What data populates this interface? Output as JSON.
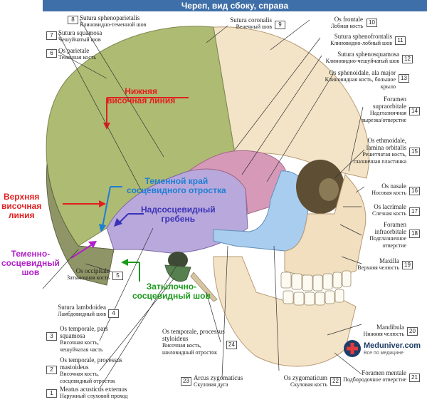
{
  "title": "Череп, вид сбоку, справа",
  "labels_left": [
    {
      "num": "8",
      "lat": "Sutura sphenoparietalis",
      "ru": "Клиновидно-теменной шов"
    },
    {
      "num": "7",
      "lat": "Sutura squamosa",
      "ru": "Чешуйчатый шов"
    },
    {
      "num": "6",
      "lat": "Os parietale",
      "ru": "Теменная кость"
    },
    {
      "num": "5",
      "lat": "Os occipitale",
      "ru": "Затылочная кость"
    },
    {
      "num": "4",
      "lat": "Sutura lambdoidea",
      "ru": "Ламбдовидный шов"
    },
    {
      "num": "3",
      "lat": "Os temporale, pars squamosa",
      "ru": "Височная кость, чешуйчатая часть"
    },
    {
      "num": "2",
      "lat": "Os temporale, processus mastoideus",
      "ru": "Височная кость, сосцевидный отросток"
    },
    {
      "num": "1",
      "lat": "Meatus acusticus externus",
      "ru": "Наружный слуховой проход"
    }
  ],
  "labels_top": [
    {
      "num": "9",
      "lat": "Sutura coronalis",
      "ru": "Венечный шов"
    }
  ],
  "labels_right": [
    {
      "num": "10",
      "lat": "Os frontale",
      "ru": "Лобная кость"
    },
    {
      "num": "11",
      "lat": "Sutura sphenofrontalis",
      "ru": "Клиновидно-лобный шов"
    },
    {
      "num": "12",
      "lat": "Sutura sphenosquamosa",
      "ru": "Клиновидно-чешуйчатый шов"
    },
    {
      "num": "13",
      "lat": "Os sphenoidale, ala major",
      "ru": "Клиновидная кость, большое крыло"
    },
    {
      "num": "14",
      "lat": "Foramen supraorbitale",
      "ru": "Надглазничная вырезка/отверстие"
    },
    {
      "num": "15",
      "lat": "Os ethmoidale, lamina orbitalis",
      "ru": "Решетчатая кость, глазничная пластинка"
    },
    {
      "num": "16",
      "lat": "Os nasale",
      "ru": "Носовая кость"
    },
    {
      "num": "17",
      "lat": "Os lacrimale",
      "ru": "Слезная кость"
    },
    {
      "num": "18",
      "lat": "Foramen infraorbitale",
      "ru": "Подглазничное отверстие"
    },
    {
      "num": "19",
      "lat": "Maxilla",
      "ru": "Верхняя челюсть"
    },
    {
      "num": "20",
      "lat": "Mandibula",
      "ru": "Нижняя челюсть"
    },
    {
      "num": "21",
      "lat": "Foramen mentale",
      "ru": "Подбородочное отверстие"
    }
  ],
  "labels_bottom": [
    {
      "num": "24",
      "lat": "Os temporale, processus styloideus",
      "ru": "Височная кость, шиловидный отросток"
    },
    {
      "num": "23",
      "lat": "Arcus zygomaticus",
      "ru": "Скуловая дуга"
    },
    {
      "num": "22",
      "lat": "Os zygomaticum",
      "ru": "Скуловая кость"
    }
  ],
  "annotations": {
    "lower_temporal_line": "Нижняя\nвисочная линия",
    "upper_temporal_line": "Верхняя\nвисочная\nлиния",
    "parietal_mastoid_edge": "Теменной край\nсосцевидного отростка",
    "supramastoid_crest": "Надсосцевидный\nгребень",
    "parietomastoid_suture": "Теменно-\nсосцевидный\nшов",
    "occipitomastoid_suture": "Затылочно-\nсосцевидный шов"
  },
  "logo": {
    "name": "Meduniver.com",
    "tagline": "Все по медицине"
  },
  "colors": {
    "title_bar": "#3f6fa8",
    "parietal": "#aebb72",
    "frontal": "#f3e4c8",
    "temporal": "#b9a8db",
    "sphenoid": "#d69ab8",
    "zygomatic": "#a8cdee",
    "occipital": "#8f9566",
    "red": "#e02020",
    "blue": "#1d7fd6",
    "purple": "#3a33b8",
    "magenta": "#b020c8",
    "green": "#1b9a1b"
  }
}
